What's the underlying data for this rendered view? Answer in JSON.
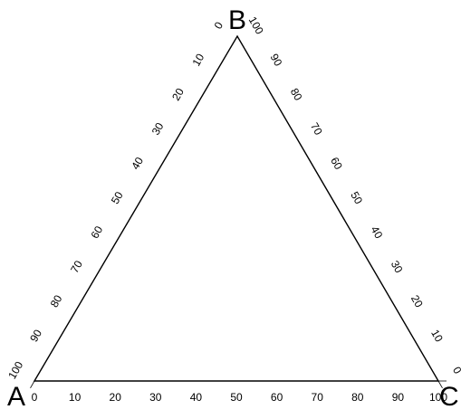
{
  "vertices": {
    "a": "A",
    "b": "B",
    "c": "C"
  },
  "scale": {
    "min": 0,
    "max": 100,
    "major_step": 10,
    "minor_step": 1
  },
  "labels": [
    "0",
    "10",
    "20",
    "30",
    "40",
    "50",
    "60",
    "70",
    "80",
    "90",
    "100"
  ],
  "colors": {
    "line": "#000000",
    "background": "#ffffff"
  }
}
